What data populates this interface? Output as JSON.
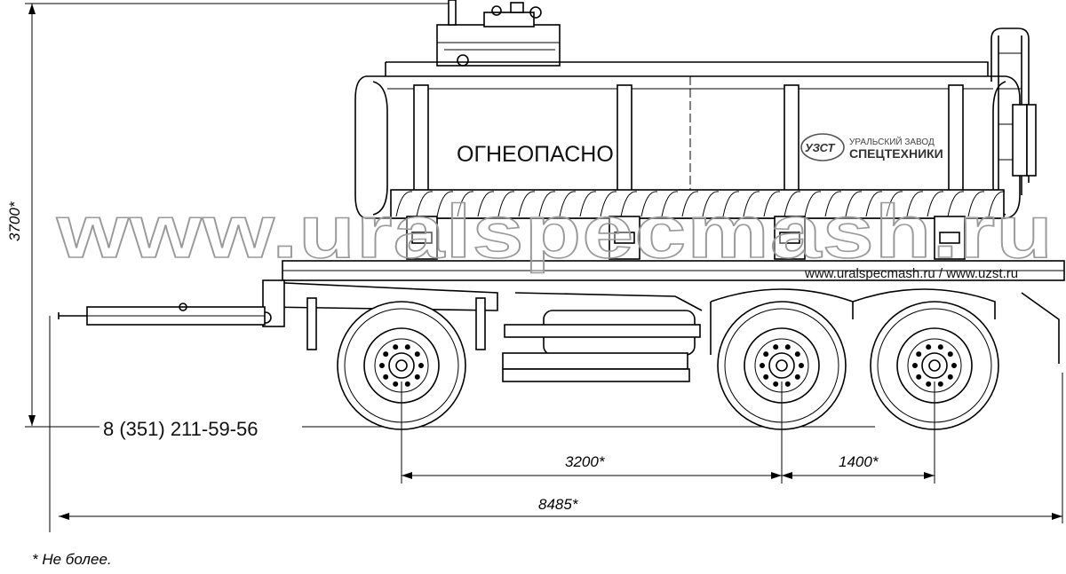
{
  "tank_label": "ОГНЕОПАСНО",
  "logo": {
    "mark": "УЗСТ",
    "line1": "УРАЛЬСКИЙ ЗАВОД",
    "line2": "СПЕЦТЕХНИКИ"
  },
  "watermark": "www.uralspecmash.ru",
  "site_urls": "www.uralspecmash.ru / www.uzst.ru",
  "phone": "8 (351) 211-59-56",
  "dimensions": {
    "height": "3700*",
    "wheelbase": "3200*",
    "axle_spacing": "1400*",
    "total_length": "8485*"
  },
  "footnote": "* Не более."
}
